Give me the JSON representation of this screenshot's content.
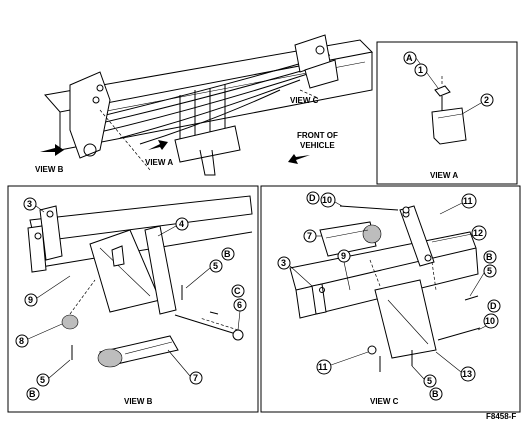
{
  "figure_id": "F8458-F",
  "overview": {
    "view_labels": [
      "VIEW B",
      "VIEW A",
      "VIEW C"
    ],
    "front_of_vehicle": [
      "FRONT OF",
      "VEHICLE"
    ]
  },
  "view_a": {
    "title": "VIEW A",
    "letter_callouts": [
      "A"
    ],
    "callouts": [
      "1",
      "2"
    ]
  },
  "view_b": {
    "title": "VIEW B",
    "letter_callouts": [
      "B",
      "C",
      "B"
    ],
    "callouts": [
      "3",
      "4",
      "5",
      "6",
      "7",
      "8",
      "9",
      "5"
    ]
  },
  "view_c": {
    "title": "VIEW C",
    "letter_callouts": [
      "D",
      "B",
      "D",
      "B"
    ],
    "callouts": [
      "10",
      "11",
      "7",
      "12",
      "3",
      "9",
      "5",
      "10",
      "11",
      "5",
      "13"
    ]
  }
}
